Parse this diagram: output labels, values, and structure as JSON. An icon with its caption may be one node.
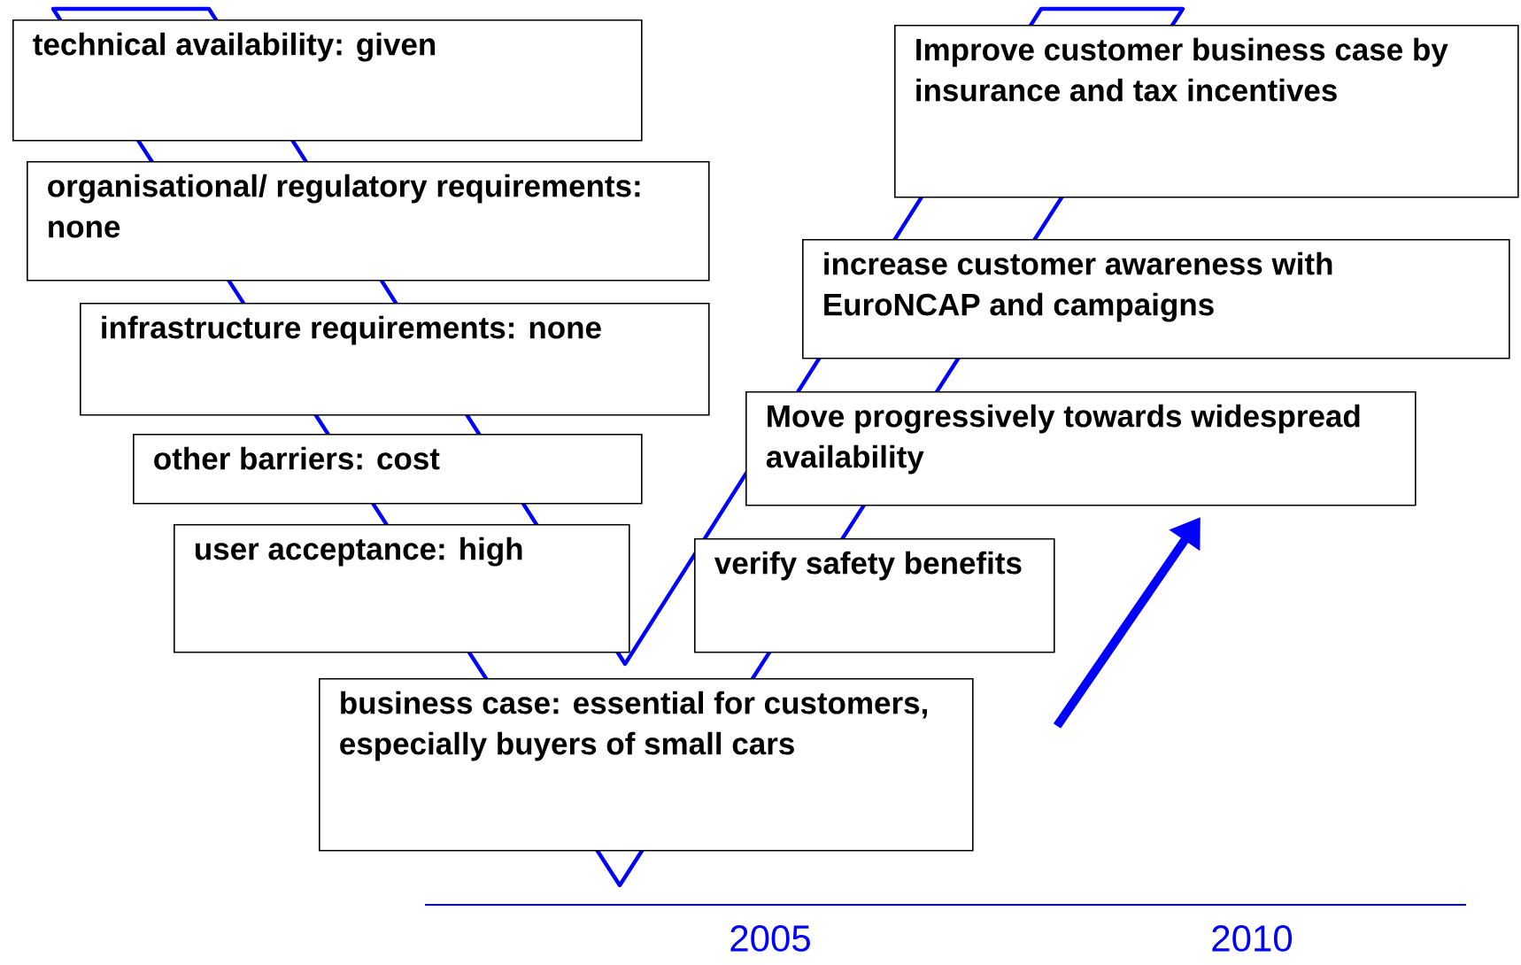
{
  "diagram": {
    "nodes": [
      {
        "text": [
          "technical availability: given"
        ]
      },
      {
        "text": [
          "organisational/ regulatory requirements: none"
        ]
      },
      {
        "text": [
          "infrastructure requirements: none"
        ]
      },
      {
        "text": [
          "other barriers: cost"
        ]
      },
      {
        "text": [
          "user acceptance: high"
        ]
      },
      {
        "text": [
          "business case: essential for customers, especially buyers of small cars"
        ]
      },
      {
        "text": [
          "verify safety benefits"
        ]
      },
      {
        "text": [
          "Move progressively towards widespread availability"
        ]
      },
      {
        "text": [
          "increase customer awareness with EuroNCAP and campaigns"
        ]
      },
      {
        "text": [
          "Improve customer business case by insurance and tax incentives"
        ]
      }
    ],
    "labels": [
      "2005",
      "2010"
    ]
  }
}
